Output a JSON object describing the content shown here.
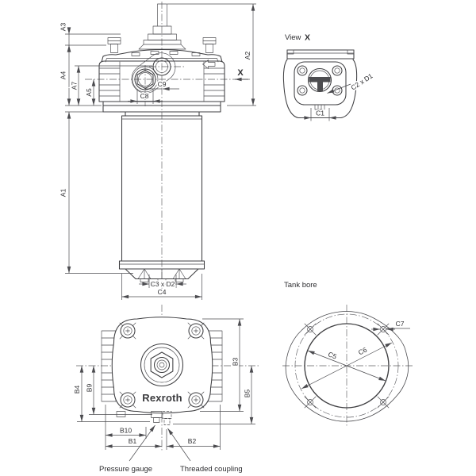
{
  "colors": {
    "ink": "#2e2e31",
    "line": "#3e3e41",
    "thin_line": "#4a4a4e",
    "background": "#ffffff"
  },
  "front_view": {
    "view_arrow_label": "X",
    "dims": {
      "a1": "A1",
      "a2": "A2",
      "a3": "A3",
      "a4": "A4",
      "a5": "A5",
      "a7": "A7",
      "c8": "C8",
      "c9": "C9",
      "c3xd2": "C3 x D2",
      "c4": "C4"
    }
  },
  "view_x": {
    "title_word": "View",
    "title_letter": "X",
    "dims": {
      "c1": "C1",
      "c2xd1": "C2 x D1"
    }
  },
  "top_view": {
    "logo": "Rexroth",
    "dims": {
      "b1": "B1",
      "b2": "B2",
      "b3": "B3",
      "b4": "B4",
      "b5": "B5",
      "b9": "B9",
      "b10": "B10"
    },
    "callouts": {
      "pressure_gauge": "Pressure gauge",
      "threaded_coupling": "Threaded coupling"
    }
  },
  "tank_bore": {
    "title": "Tank bore",
    "dims": {
      "c5": "C5",
      "c6": "C6",
      "c7": "C7"
    }
  }
}
